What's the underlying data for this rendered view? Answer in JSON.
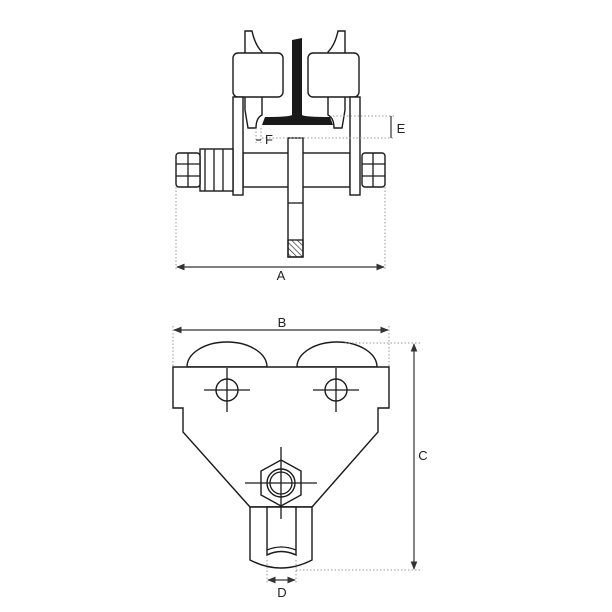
{
  "labels": {
    "a": "A",
    "b": "B",
    "c": "C",
    "d": "D",
    "e": "E",
    "f": "F"
  },
  "colors": {
    "line": "#1a1a1a",
    "beam": "#1a1a1a",
    "dimension": "#333333"
  }
}
